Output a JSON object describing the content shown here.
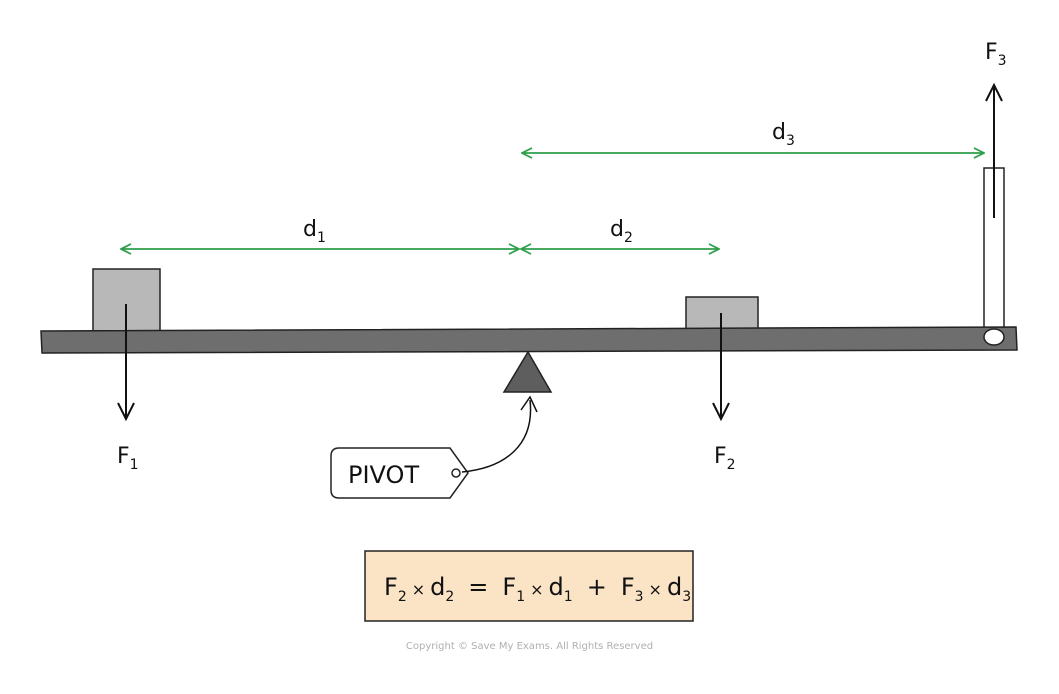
{
  "colors": {
    "beam": "#6e6e6e",
    "block": "#b8b8b8",
    "pivot": "#5e5e5e",
    "distance_arrow": "#2e9e4a",
    "force_arrow": "#111111",
    "equation_bg": "#fbe3c6",
    "copyright": "#b0b0b0"
  },
  "labels": {
    "d1": {
      "main": "d",
      "sub": "1"
    },
    "d2": {
      "main": "d",
      "sub": "2"
    },
    "d3": {
      "main": "d",
      "sub": "3"
    },
    "f1": {
      "main": "F",
      "sub": "1"
    },
    "f2": {
      "main": "F",
      "sub": "2"
    },
    "f3": {
      "main": "F",
      "sub": "3"
    }
  },
  "pivot_tag": {
    "text": "PIVOT"
  },
  "equation": {
    "f2": "F",
    "f2_sub": "2",
    "times1": "×",
    "d2": "d",
    "d2_sub": "2",
    "equals": "=",
    "f1": "F",
    "f1_sub": "1",
    "times2": "×",
    "d1": "d",
    "d1_sub": "1",
    "plus": "+",
    "f3": "F",
    "f3_sub": "3",
    "times3": "×",
    "d3": "d",
    "d3_sub": "3"
  },
  "copyright": "Copyright © Save My Exams. All Rights Reserved"
}
